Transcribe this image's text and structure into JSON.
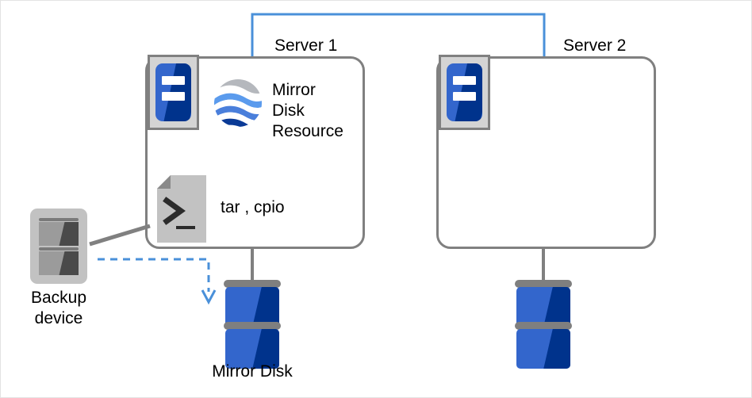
{
  "diagram": {
    "title_alt": "Mirror disk backup on one server",
    "colors": {
      "accent_blue": "#3366cc",
      "dark_blue": "#00338c",
      "interconnect_blue": "#4a90d9",
      "gray_line": "#808080",
      "device_gray": "#c2c2c2",
      "frame_border": "#e3e3e3"
    },
    "labels": {
      "server1": "Server 1",
      "server2": "Server 2",
      "mirror_disk_resource": "Mirror\nDisk\nResource",
      "mirror_disk_resource_lines": [
        "Mirror",
        "Disk",
        "Resource"
      ],
      "backup_tools": "tar , cpio",
      "backup_device": "Backup\ndevice",
      "backup_device_lines": [
        "Backup",
        "device"
      ],
      "mirror_disk": "Mirror Disk"
    },
    "nodes": [
      {
        "id": "server1",
        "label": "Server 1",
        "contents": [
          "server-icon",
          "mirror-disk-resource",
          "backup-script"
        ],
        "has_disk": true,
        "disk_label": "Mirror Disk"
      },
      {
        "id": "server2",
        "label": "Server 2",
        "contents": [
          "server-icon"
        ],
        "has_disk": true,
        "disk_label": ""
      }
    ],
    "connections": [
      {
        "from": "server1",
        "to": "server2",
        "style": "solid",
        "color": "#4a90d9",
        "kind": "interconnect"
      },
      {
        "from": "backup-device",
        "to": "server1",
        "style": "solid",
        "color": "#808080",
        "kind": "attach"
      },
      {
        "from": "backup-device",
        "to": "mirror-disk",
        "style": "dashed",
        "color": "#4a90d9",
        "kind": "data-flow-arrow"
      },
      {
        "from": "server1",
        "to": "mirror-disk",
        "style": "solid",
        "color": "#808080",
        "kind": "attach"
      },
      {
        "from": "server2",
        "to": "server2-disk",
        "style": "solid",
        "color": "#808080",
        "kind": "attach"
      }
    ]
  }
}
